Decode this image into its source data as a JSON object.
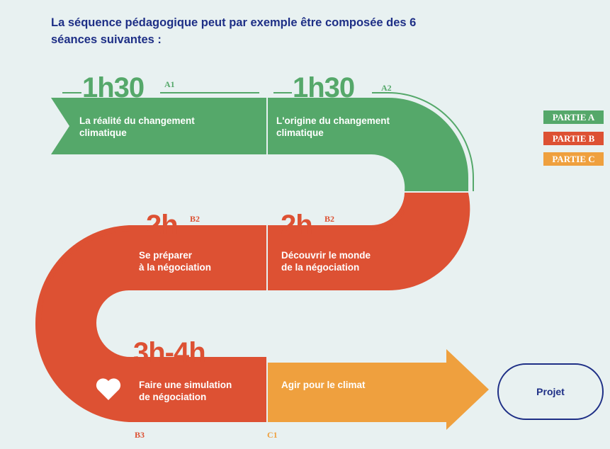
{
  "intro": "La séquence pédagogique peut par exemple être composée des 6 séances suivantes :",
  "sessions": [
    {
      "label_line1": "La réalité du changement",
      "label_line2": "climatique",
      "duration": "1h30",
      "tag": "A1"
    },
    {
      "label_line1": "L'origine du changement",
      "label_line2": "climatique",
      "duration": "1h30",
      "tag": "A2"
    },
    {
      "label_line1": "Se préparer",
      "label_line2": "à la négociation",
      "duration": "2h",
      "tag": "B2"
    },
    {
      "label_line1": "Découvrir le monde",
      "label_line2": "de la négociation",
      "duration": "2h",
      "tag": "B2"
    },
    {
      "label_line1": "Faire une simulation",
      "label_line2": "de négociation",
      "duration": "3h-4h",
      "tag": "B3"
    },
    {
      "label_line1": "Agir pour le climat",
      "label_line2": "",
      "duration": "",
      "tag": "C1"
    }
  ],
  "legend": [
    {
      "label": "PARTIE A",
      "color": "#55a86a"
    },
    {
      "label": "PARTIE B",
      "color": "#dd5133"
    },
    {
      "label": "PARTIE C",
      "color": "#efa03e"
    }
  ],
  "projet": "Projet",
  "colors": {
    "partie_a": "#55a86a",
    "partie_b": "#dd5133",
    "partie_c": "#efa03e",
    "navy": "#1e2f86",
    "background": "#e8f1f1"
  },
  "icons": [
    "heart-icon"
  ]
}
